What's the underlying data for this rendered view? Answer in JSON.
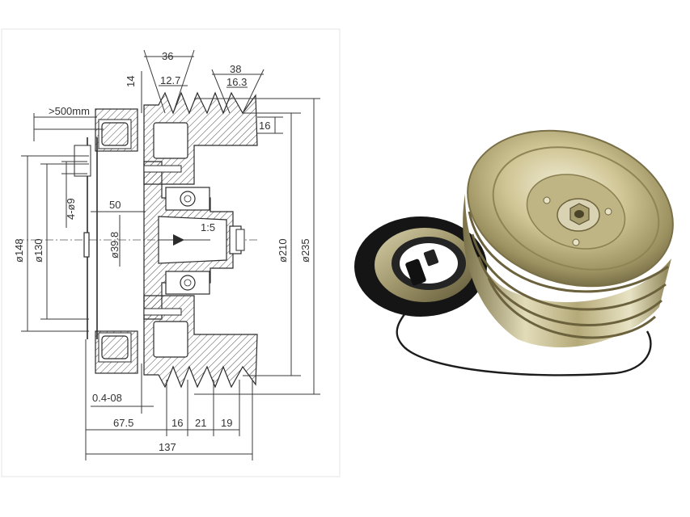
{
  "drawing": {
    "labels": {
      "d36": "36",
      "d12_7": "12.7",
      "d14": "14",
      "d38": "38",
      "d16_3": "16.3",
      "d16_top": "16",
      "lead": ">500mm",
      "holes": "4-ø9",
      "d50": "50",
      "d39_8": "ø39.8",
      "taper": "1:5",
      "d148": "ø148",
      "d130": "ø130",
      "d210": "ø210",
      "d235": "ø235",
      "gap": "0.4-08",
      "d67_5": "67.5",
      "d16_bottom": "16",
      "d21": "21",
      "d19": "19",
      "d137": "137"
    }
  },
  "colors": {
    "line": "#2b2b2b",
    "metal_light": "#e9e4c8",
    "metal_mid": "#b8ad7c",
    "metal_dark": "#6f6640",
    "coil_black": "#1a1a1a"
  }
}
